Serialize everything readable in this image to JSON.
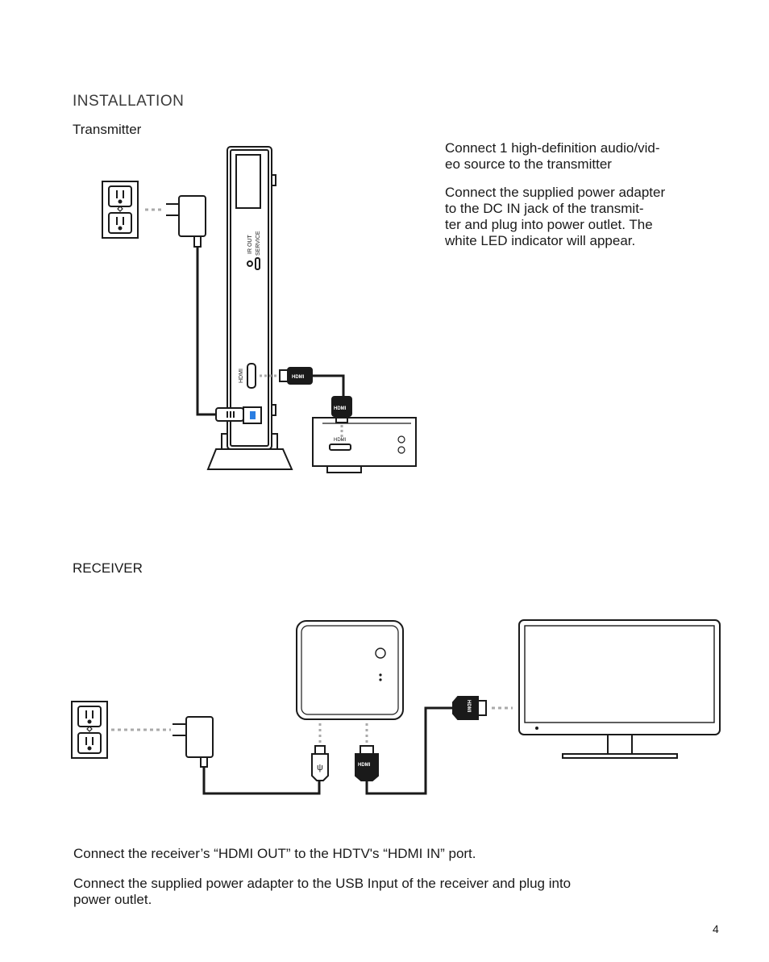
{
  "section_title": "INSTALLATION",
  "transmitter": {
    "heading": "Transmitter",
    "step1": "Connect 1 high-definition audio/vid-\neo source to the transmitter",
    "step2": "Connect the supplied power adapter\nto the DC IN jack of the transmit-\nter and plug into power outlet. The\nwhite LED indicator will appear.",
    "labels": {
      "ir_out": "IR OUT",
      "service": "SERVICE",
      "hdmi_port": "HDMI",
      "source_hdmi": "HDMI",
      "plug_brand": "HDMI"
    }
  },
  "receiver": {
    "heading": "RECEIVER",
    "step1": "Connect the receiver’s “HDMI OUT” to the HDTV's “HDMI IN” port.",
    "step2": "Connect the supplied power adapter to the USB Input of the receiver and plug into\npower outlet.",
    "labels": {
      "plug_brand": "HDMI",
      "usb_symbol": "ψ"
    }
  },
  "page_number": "4"
}
